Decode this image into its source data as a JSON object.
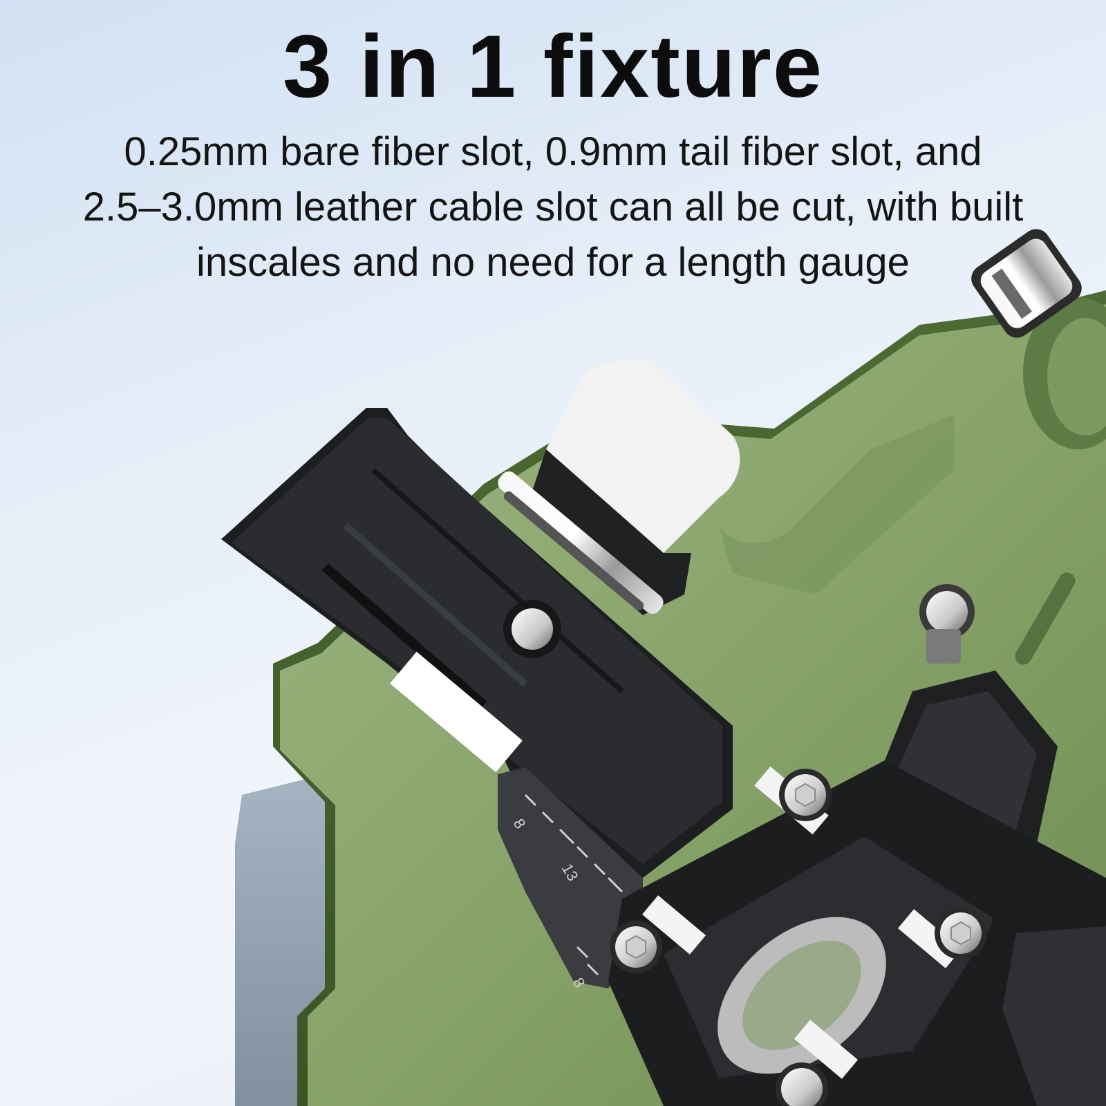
{
  "headline": "3 in 1 fixture",
  "subtext": {
    "line1": "0.25mm bare fiber slot, 0.9mm tail fiber slot, and",
    "line2": "2.5–3.0mm leather cable slot can all be cut, with built",
    "line3": "inscales and no need for a length gauge"
  },
  "scale_marks": {
    "mark_a": "8",
    "mark_b": "13",
    "mark_c": "8"
  },
  "colors": {
    "body_green": "#8ba66f",
    "fixture_black": "#232527",
    "accent_white": "#ffffff"
  }
}
